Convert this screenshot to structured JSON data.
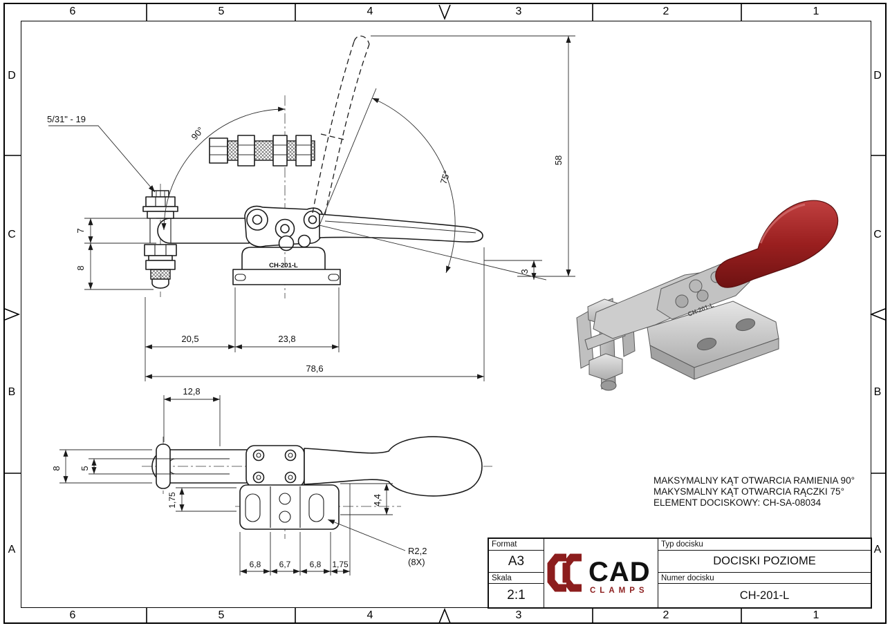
{
  "frame": {
    "top": [
      "6",
      "5",
      "4",
      "3",
      "2",
      "1"
    ],
    "bottom": [
      "6",
      "5",
      "4",
      "3",
      "2",
      "1"
    ],
    "left": [
      "D",
      "C",
      "B",
      "A"
    ],
    "right": [
      "D",
      "C",
      "B",
      "A"
    ]
  },
  "side_view": {
    "thread_callout": "5/31\" - 19",
    "angle_arm_open": "90°",
    "angle_handle_open": "75°",
    "dim_height_open": "58",
    "dim_arm_thickness": "7",
    "dim_spindle_drop": "8",
    "dim_handle_drop": "3",
    "dim_spindle_to_base": "20,5",
    "dim_base_length": "23,8",
    "dim_total_length": "78,6",
    "part_marking": "CH-201-L"
  },
  "top_view": {
    "dim_fork_length": "12,8",
    "dim_arm_width": "8",
    "dim_slot_width": "5",
    "dim_offset_left": "1,75",
    "dim_offset_right": "4,4",
    "dim_hole_a": "6,8",
    "dim_hole_b": "6,7",
    "dim_hole_c": "6,8",
    "dim_hole_d": "1,75",
    "radius_value": "R2,2",
    "radius_count": "(8X)"
  },
  "iso_view": {
    "part_marking": "CH-201-L"
  },
  "notes": {
    "line1": "MAKSYMALNY KĄT OTWARCIA RAMIENIA 90°",
    "line2": "MAKYSMALNY KĄT OTWARCIA RĄCZKI 75°",
    "line3": "ELEMENT DOCISKOWY: CH-SA-08034"
  },
  "title_block": {
    "format_label": "Format",
    "format_value": "A3",
    "scale_label": "Skala",
    "scale_value": "2:1",
    "brand_name": "CAD",
    "brand_sub": "CLAMPS",
    "type_label": "Typ docisku",
    "type_value": "DOCISKI POZIOME",
    "number_label": "Numer docisku",
    "number_value": "CH-201-L"
  },
  "colors": {
    "line": "#1a1a1a",
    "brand_red": "#8c1d1d",
    "handle_red": "#9a1f1f",
    "metal_light": "#dcdcdc",
    "metal_dark": "#9a9a9a"
  }
}
